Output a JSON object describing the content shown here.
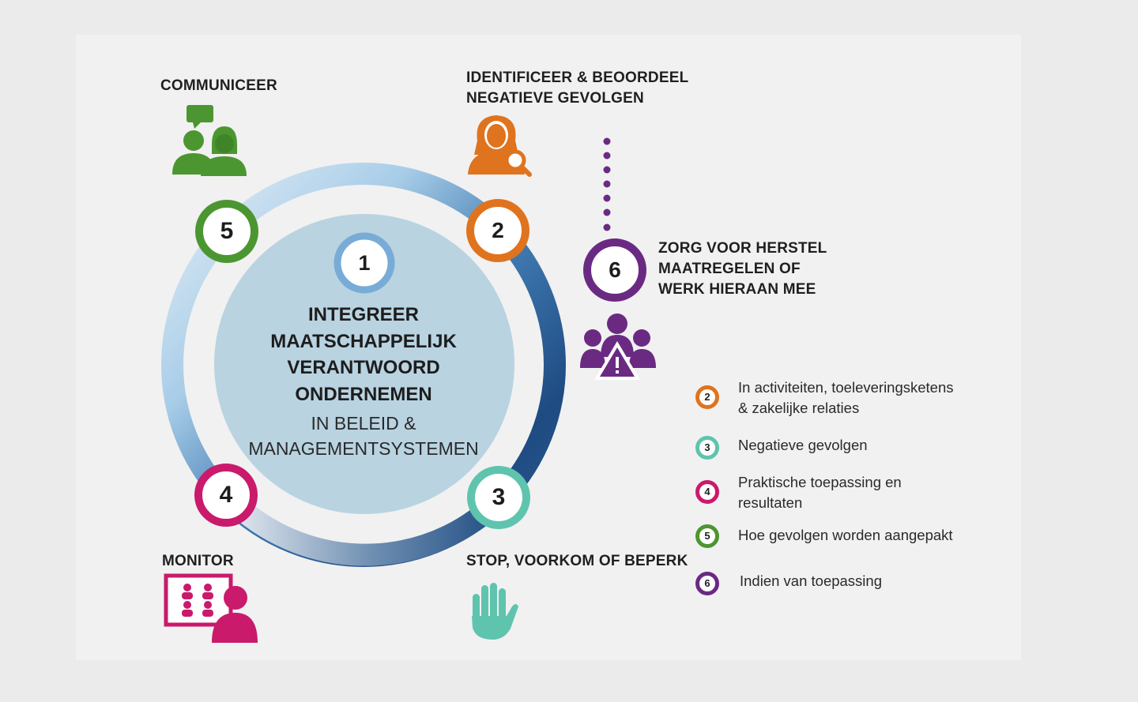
{
  "colors": {
    "ring_dark": "#1f4e86",
    "ring_light": "#9cc6e4",
    "center_fill": "#b9d3e1",
    "step1": "#78acd6",
    "step2": "#e0731e",
    "step3": "#5fc4ae",
    "step4": "#c91a6c",
    "step5": "#4c9631",
    "step6": "#6a2a82"
  },
  "center": {
    "number": "1",
    "title_lines": [
      "INTEGREER",
      "MAATSCHAPPELIJK",
      "VERANTWOORD",
      "ONDERNEMEN"
    ],
    "subtitle_lines": [
      "IN BELEID &",
      "MANAGEMENTSYSTEMEN"
    ]
  },
  "steps": {
    "step2": {
      "number": "2",
      "label_lines": [
        "IDENTIFICEER & BEOORDEEL",
        "NEGATIEVE GEVOLGEN"
      ],
      "icon": "person-magnifier-icon"
    },
    "step3": {
      "number": "3",
      "label": "STOP, VOORKOM OF BEPERK",
      "icon": "stop-hand-icon"
    },
    "step4": {
      "number": "4",
      "label": "MONITOR",
      "icon": "monitor-person-icon"
    },
    "step5": {
      "number": "5",
      "label": "COMMUNICEER",
      "icon": "people-speech-icon"
    },
    "step6": {
      "number": "6",
      "label_lines": [
        "ZORG VOOR HERSTEL",
        "MAATREGELEN OF",
        "WERK HIERAAN MEE"
      ],
      "icon": "group-warning-icon"
    }
  },
  "legend": [
    {
      "number": "2",
      "color": "#e0731e",
      "lines": [
        "In activiteiten, toeleveringsketens",
        "& zakelijke relaties"
      ]
    },
    {
      "number": "3",
      "color": "#5fc4ae",
      "lines": [
        "Negatieve gevolgen"
      ]
    },
    {
      "number": "4",
      "color": "#c91a6c",
      "lines": [
        "Praktische toepassing en",
        "resultaten"
      ]
    },
    {
      "number": "5",
      "color": "#4c9631",
      "lines": [
        "Hoe gevolgen worden aangepakt"
      ]
    },
    {
      "number": "6",
      "color": "#6a2a82",
      "lines": [
        "Indien van toepassing"
      ]
    }
  ]
}
